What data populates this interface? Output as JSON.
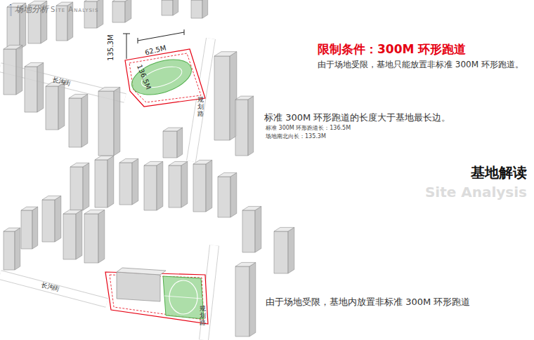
{
  "diagram": {
    "title": "场地分析",
    "labels": [
      "Site Analysis",
      "限制条件：300M 环形跑道",
      "由于场地受限，基地只能放置非标准 300M 环形跑道。",
      "标准 300M 环形跑道的长度大于基地最长边。",
      "标准 300M 环形跑道长：136.5M",
      "场地南北向长：135.3M",
      "基地解读",
      "Site Analysis",
      "由于场地受限，基地内放置非标准 300M 环形跑道",
      "135.3M",
      "62.5M",
      "136.5M",
      "长沟街",
      "规划路",
      "长沟街",
      "规划路"
    ]
  }
}
